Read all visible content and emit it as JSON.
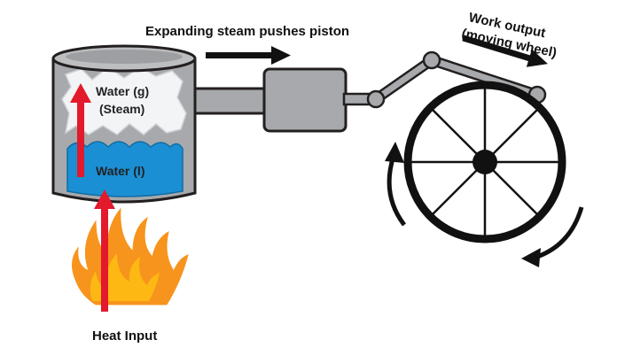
{
  "labels": {
    "expanding": "Expanding steam pushes piston",
    "work_line1": "Work output",
    "work_line2": "(moving wheel)",
    "water_gas_line1": "Water (g)",
    "water_gas_line2": "(Steam)",
    "water_liquid": "Water (l)",
    "heat_input": "Heat Input"
  },
  "colors": {
    "cylinder_gray": "#a7a9ac",
    "steam_white": "#f2f4f6",
    "water_blue": "#1b8fd3",
    "heat_arrow_red": "#e3192c",
    "flame_orange": "#f7941d",
    "flame_yellow": "#fdb813",
    "wheel_black": "#111111",
    "outline": "#231f20"
  },
  "icons": {
    "push_arrow": "right-arrow-icon",
    "wheel_arrow": "right-arrow-icon",
    "rotation_arrows": "curved-arrow-icon",
    "heat_arrows": "up-arrow-icon",
    "fire": "flame-icon"
  }
}
